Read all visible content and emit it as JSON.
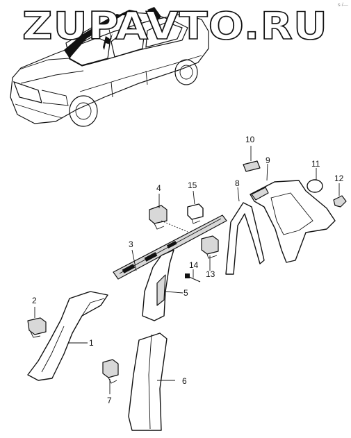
{
  "watermark": "ZUPAVTO.RU",
  "corner_mark": "s·/—",
  "callouts": {
    "p1": "1",
    "p2": "2",
    "p3": "3",
    "p4": "4",
    "p5": "5",
    "p6": "6",
    "p7": "7",
    "p8": "8",
    "p9": "9",
    "p10": "10",
    "p11": "11",
    "p12": "12",
    "p13": "13",
    "p14": "14",
    "p15": "15"
  }
}
